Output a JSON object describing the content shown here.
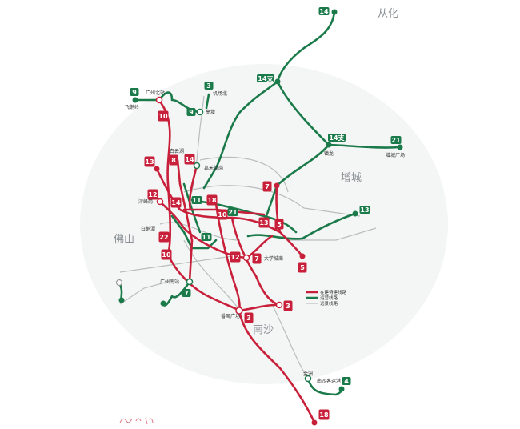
{
  "districts": {
    "conghua": "从化",
    "zengcheng": "增城",
    "foshan": "佛山",
    "nansha": "南沙"
  },
  "colors": {
    "under_construction": "#c8203a",
    "operating": "#1b7a4a",
    "planned": "#b9bdbd"
  },
  "legend": [
    "在建待建线路",
    "运营线路",
    "远景线路"
  ],
  "badges": [
    {
      "line": "14",
      "type": "green"
    },
    {
      "line": "14支",
      "type": "green"
    },
    {
      "line": "9",
      "type": "green"
    },
    {
      "line": "3",
      "type": "green"
    },
    {
      "line": "9",
      "type": "green"
    },
    {
      "line": "10",
      "type": "red"
    },
    {
      "line": "14支",
      "type": "green"
    },
    {
      "line": "21",
      "type": "green"
    },
    {
      "line": "13",
      "type": "red"
    },
    {
      "line": "8",
      "type": "red"
    },
    {
      "line": "14",
      "type": "red"
    },
    {
      "line": "7",
      "type": "red"
    },
    {
      "line": "12",
      "type": "red"
    },
    {
      "line": "14",
      "type": "red"
    },
    {
      "line": "11",
      "type": "green"
    },
    {
      "line": "18",
      "type": "red"
    },
    {
      "line": "10",
      "type": "red"
    },
    {
      "line": "21",
      "type": "green"
    },
    {
      "line": "13",
      "type": "green"
    },
    {
      "line": "13",
      "type": "red"
    },
    {
      "line": "5",
      "type": "red"
    },
    {
      "line": "22",
      "type": "red"
    },
    {
      "line": "11",
      "type": "green"
    },
    {
      "line": "10",
      "type": "red"
    },
    {
      "line": "12",
      "type": "red"
    },
    {
      "line": "7",
      "type": "red"
    },
    {
      "line": "5",
      "type": "red"
    },
    {
      "line": "7",
      "type": "green"
    },
    {
      "line": "3",
      "type": "red"
    },
    {
      "line": "3",
      "type": "red"
    },
    {
      "line": "4",
      "type": "green"
    },
    {
      "line": "18",
      "type": "red"
    }
  ],
  "stations": [
    "",
    "",
    "飞鹅岭",
    "广州北站",
    "机场北",
    "高增",
    "镇龙",
    "增城广场",
    "白云湖",
    "",
    "嘉禾望岗",
    "",
    "浔峰岗",
    "",
    "白鹅潭",
    "大学城南",
    "",
    "广州南站",
    "",
    "",
    "番禺广场",
    "",
    "金洲",
    "南沙客运港",
    ""
  ]
}
